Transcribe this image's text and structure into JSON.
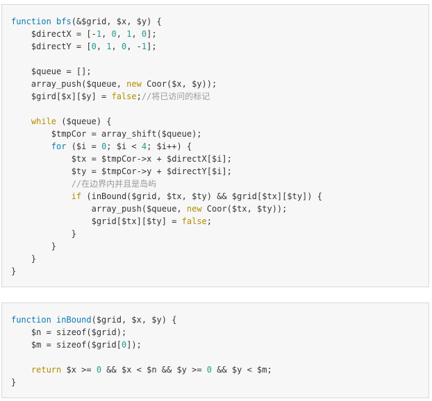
{
  "code_blocks": [
    {
      "id": "bfs",
      "lines": [
        [
          {
            "t": "function",
            "c": "kw"
          },
          {
            "t": " "
          },
          {
            "t": "bfs",
            "c": "fn"
          },
          {
            "t": "(&$grid, $x, $y) {"
          }
        ],
        [
          {
            "t": "    $directX = [-"
          },
          {
            "t": "1",
            "c": "num"
          },
          {
            "t": ", "
          },
          {
            "t": "0",
            "c": "num"
          },
          {
            "t": ", "
          },
          {
            "t": "1",
            "c": "num"
          },
          {
            "t": ", "
          },
          {
            "t": "0",
            "c": "num"
          },
          {
            "t": "];"
          }
        ],
        [
          {
            "t": "    $directY = ["
          },
          {
            "t": "0",
            "c": "num"
          },
          {
            "t": ", "
          },
          {
            "t": "1",
            "c": "num"
          },
          {
            "t": ", "
          },
          {
            "t": "0",
            "c": "num"
          },
          {
            "t": ", -"
          },
          {
            "t": "1",
            "c": "num"
          },
          {
            "t": "];"
          }
        ],
        [
          {
            "t": ""
          }
        ],
        [
          {
            "t": "    $queue = [];"
          }
        ],
        [
          {
            "t": "    array_push($queue, "
          },
          {
            "t": "new",
            "c": "hl"
          },
          {
            "t": " Coor($x, $y));"
          }
        ],
        [
          {
            "t": "    $gird[$x][$y] = "
          },
          {
            "t": "false",
            "c": "bool"
          },
          {
            "t": ";"
          },
          {
            "t": "//将已访问的标记",
            "c": "cmt"
          }
        ],
        [
          {
            "t": ""
          }
        ],
        [
          {
            "t": "    "
          },
          {
            "t": "while",
            "c": "hl"
          },
          {
            "t": " ($queue) {"
          }
        ],
        [
          {
            "t": "        $tmpCor = array_shift($queue);"
          }
        ],
        [
          {
            "t": "        "
          },
          {
            "t": "for",
            "c": "kw"
          },
          {
            "t": " ($i = "
          },
          {
            "t": "0",
            "c": "num"
          },
          {
            "t": "; $i < "
          },
          {
            "t": "4",
            "c": "num"
          },
          {
            "t": "; $i++) {"
          }
        ],
        [
          {
            "t": "            $tx = $tmpCor->x + $directX[$i];"
          }
        ],
        [
          {
            "t": "            $ty = $tmpCor->y + $directY[$i];"
          }
        ],
        [
          {
            "t": "            "
          },
          {
            "t": "//在边界内并且是岛屿",
            "c": "cmt"
          }
        ],
        [
          {
            "t": "            "
          },
          {
            "t": "if",
            "c": "hl"
          },
          {
            "t": " (inBound($grid, $tx, $ty) && $grid[$tx][$ty]) {"
          }
        ],
        [
          {
            "t": "                array_push($queue, "
          },
          {
            "t": "new",
            "c": "hl"
          },
          {
            "t": " Coor($tx, $ty));"
          }
        ],
        [
          {
            "t": "                $grid[$tx][$ty] = "
          },
          {
            "t": "false",
            "c": "bool"
          },
          {
            "t": ";"
          }
        ],
        [
          {
            "t": "            }"
          }
        ],
        [
          {
            "t": "        }"
          }
        ],
        [
          {
            "t": "    }"
          }
        ],
        [
          {
            "t": "}"
          }
        ]
      ]
    },
    {
      "id": "inBound",
      "lines": [
        [
          {
            "t": "function",
            "c": "kw"
          },
          {
            "t": " "
          },
          {
            "t": "inBound",
            "c": "fn"
          },
          {
            "t": "($grid, $x, $y) {"
          }
        ],
        [
          {
            "t": "    $n = sizeof($grid);"
          }
        ],
        [
          {
            "t": "    $m = sizeof($grid["
          },
          {
            "t": "0",
            "c": "num"
          },
          {
            "t": "]);"
          }
        ],
        [
          {
            "t": ""
          }
        ],
        [
          {
            "t": "    "
          },
          {
            "t": "return",
            "c": "hl"
          },
          {
            "t": " $x >= "
          },
          {
            "t": "0",
            "c": "num"
          },
          {
            "t": " && $x < $n && $y >= "
          },
          {
            "t": "0",
            "c": "num"
          },
          {
            "t": " && $y < $m;"
          }
        ],
        [
          {
            "t": "}"
          }
        ]
      ]
    }
  ]
}
